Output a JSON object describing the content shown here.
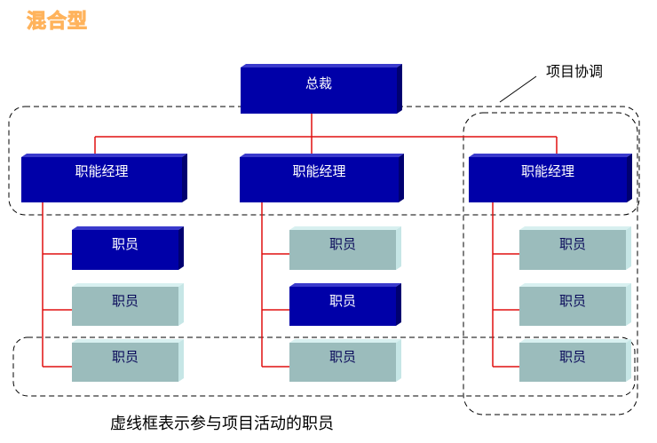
{
  "title": "混合型",
  "ceo": "总裁",
  "managers": [
    "职能经理",
    "职能经理",
    "职能经理"
  ],
  "staff_label": "职员",
  "project_label": "项目协调",
  "caption": "虚线框表示参与项目活动的职员",
  "colors": {
    "dark_box": "#0000a8",
    "dark_side": "#000070",
    "light_box": "#9bbcbc",
    "light_side": "#c6e6e6",
    "connector": "#e01010",
    "title": "#ff8a1f"
  }
}
